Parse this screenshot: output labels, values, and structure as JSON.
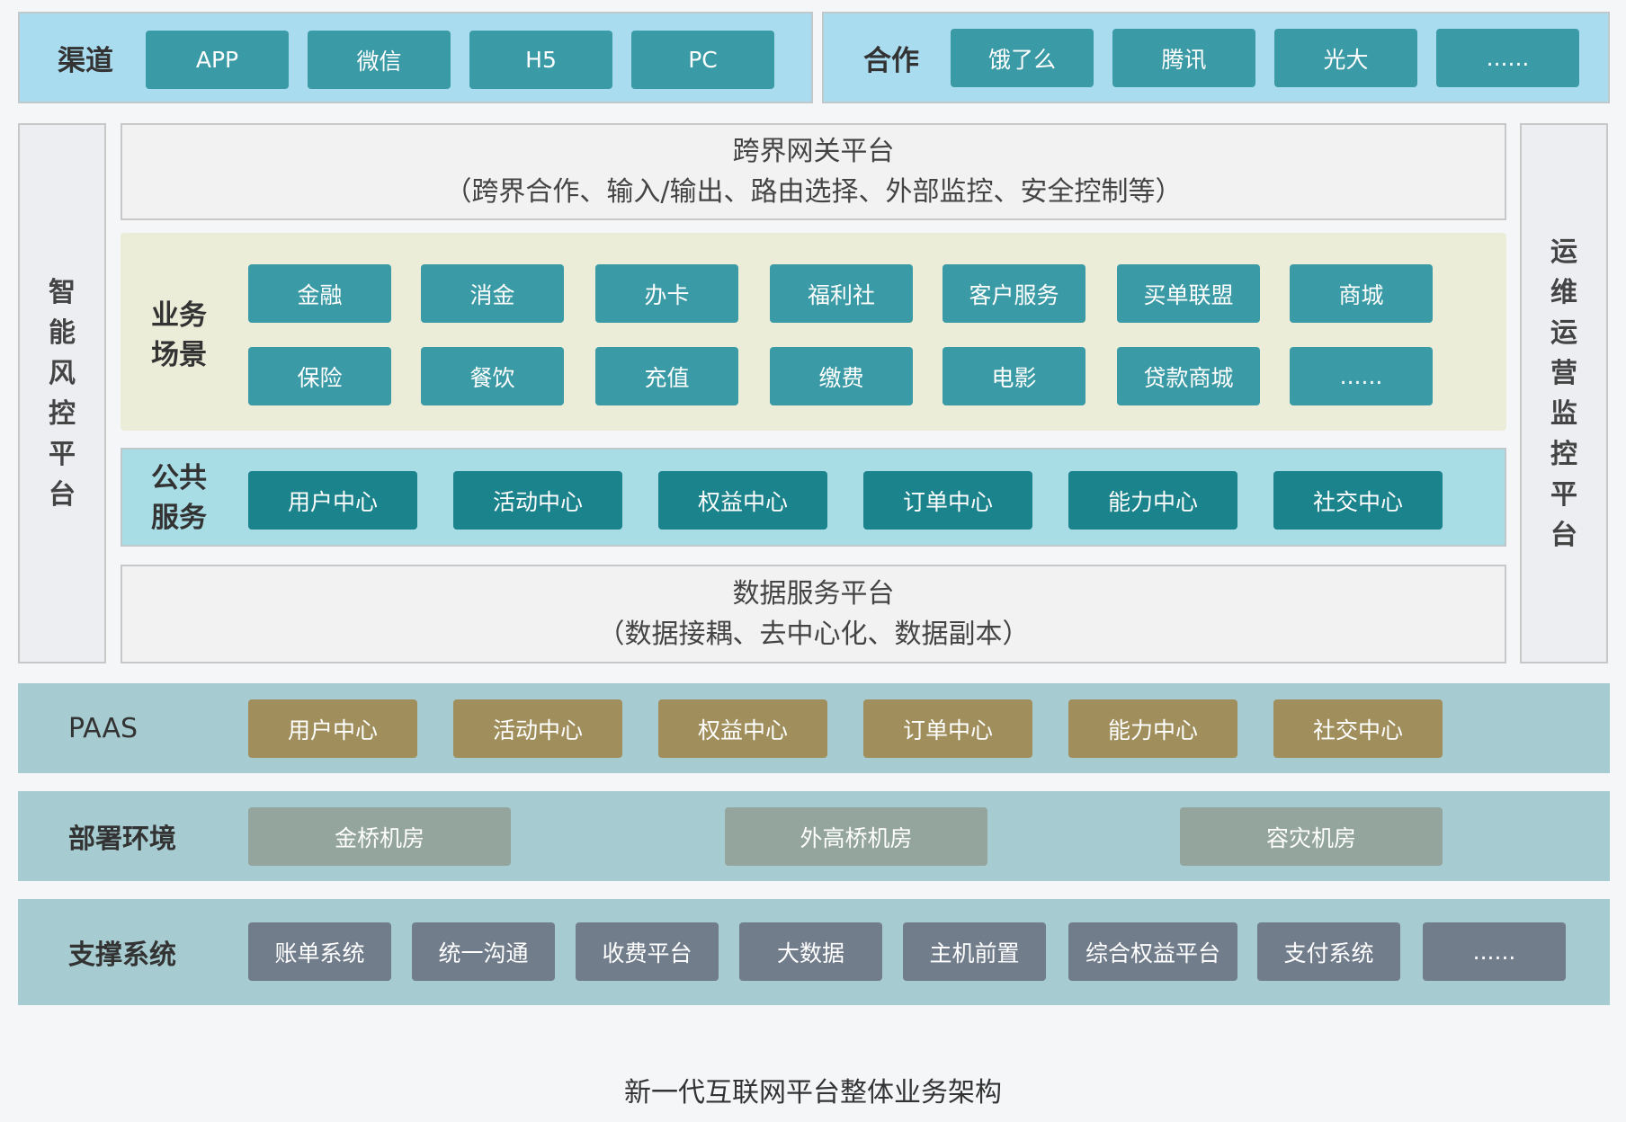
{
  "channels": {
    "label": "渠道",
    "items": [
      "APP",
      "微信",
      "H5",
      "PC"
    ]
  },
  "partners": {
    "label": "合作",
    "items": [
      "饿了么",
      "腾讯",
      "光大",
      "......"
    ]
  },
  "left_side": {
    "chars": [
      "智",
      "能",
      "风",
      "控",
      "平",
      "台"
    ]
  },
  "right_side": {
    "chars": [
      "运",
      "维",
      "运",
      "营",
      "监",
      "控",
      "平",
      "台"
    ]
  },
  "gateway": {
    "title": "跨界网关平台",
    "subtitle": "（跨界合作、输入/输出、路由选择、外部监控、安全控制等）"
  },
  "business": {
    "label_line1": "业务",
    "label_line2": "场景",
    "row1": [
      "金融",
      "消金",
      "办卡",
      "福利社",
      "客户服务",
      "买单联盟",
      "商城"
    ],
    "row2": [
      "保险",
      "餐饮",
      "充值",
      "缴费",
      "电影",
      "贷款商城",
      "......"
    ]
  },
  "public_services": {
    "label_line1": "公共",
    "label_line2": "服务",
    "items": [
      "用户中心",
      "活动中心",
      "权益中心",
      "订单中心",
      "能力中心",
      "社交中心"
    ]
  },
  "data_platform": {
    "title": "数据服务平台",
    "subtitle": "（数据接耦、去中心化、数据副本）"
  },
  "paas": {
    "label": "PAAS",
    "items": [
      "用户中心",
      "活动中心",
      "权益中心",
      "订单中心",
      "能力中心",
      "社交中心"
    ]
  },
  "deploy": {
    "label": "部署环境",
    "items": [
      "金桥机房",
      "外高桥机房",
      "容灾机房"
    ]
  },
  "support": {
    "label": "支撑系统",
    "items": [
      "账单系统",
      "统一沟通",
      "收费平台",
      "大数据",
      "主机前置",
      "综合权益平台",
      "支付系统",
      "......"
    ]
  },
  "caption": "新一代互联网平台整体业务架构",
  "colors": {
    "channel_bg": "#aadcf0",
    "teal": "#3a9aa5",
    "teal_dark": "#1b838c",
    "gold": "#a08f5c",
    "sage": "#94a59d",
    "slate": "#727d8c",
    "business_bg": "#ebedd8",
    "public_bg": "#a8dde6",
    "lower_bg": "#a6cbd0"
  }
}
